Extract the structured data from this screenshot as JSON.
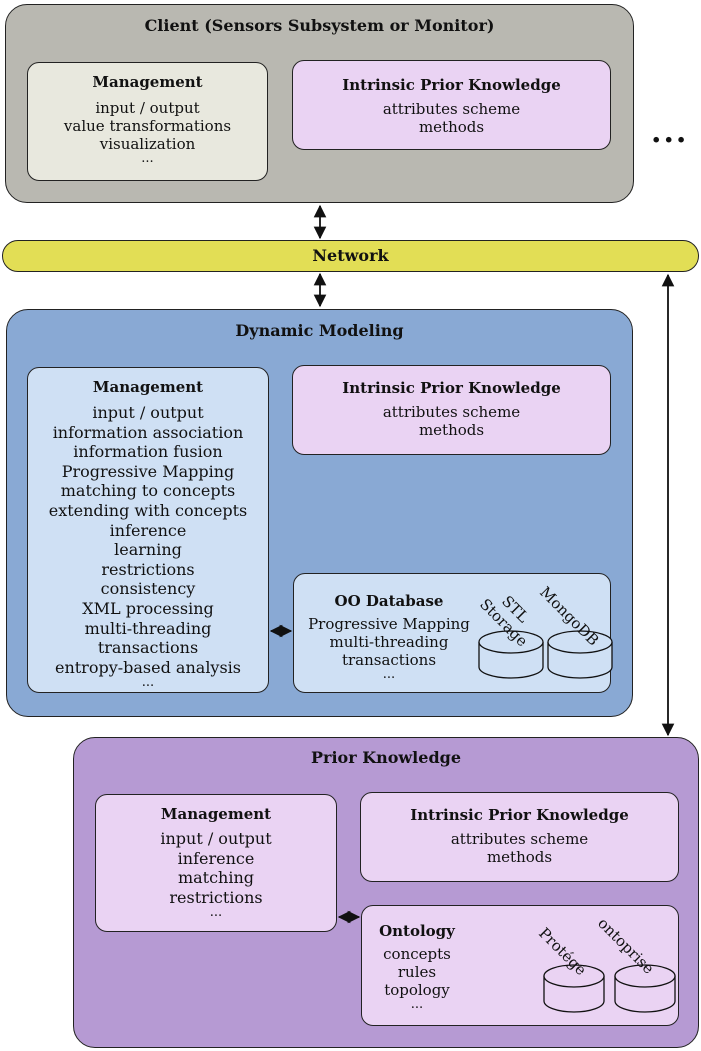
{
  "client": {
    "title": "Client (Sensors Subsystem or Monitor)",
    "colors": {
      "fill": "#b9b8b1",
      "inner_mgmt_fill": "#e8e8de",
      "knowledge_fill": "#ead3f3"
    },
    "management": {
      "title": "Management",
      "lines": [
        "input / output",
        "value transformations",
        "visualization",
        "..."
      ]
    },
    "knowledge": {
      "title": "Intrinsic Prior Knowledge",
      "lines": [
        "attributes scheme",
        "methods"
      ]
    },
    "more": "..."
  },
  "network": {
    "label": "Network",
    "color": "#e2de55"
  },
  "dynamic": {
    "title": "Dynamic Modeling",
    "colors": {
      "fill": "#89a9d4",
      "inner_fill": "#cfe0f4",
      "knowledge_fill": "#ead3f3"
    },
    "management": {
      "title": "Management",
      "lines": [
        "input / output",
        "information association",
        "information fusion",
        "Progressive Mapping",
        "matching to concepts",
        "extending with concepts",
        "inference",
        "learning",
        "restrictions",
        "consistency",
        "XML processing",
        "multi-threading",
        "transactions",
        "entropy-based analysis",
        "..."
      ]
    },
    "knowledge": {
      "title": "Intrinsic Prior Knowledge",
      "lines": [
        "attributes scheme",
        "methods"
      ]
    },
    "database": {
      "title": "OO Database",
      "lines": [
        "Progressive Mapping",
        "multi-threading",
        "transactions",
        "..."
      ],
      "stores": [
        {
          "label_line1": "STL",
          "label_line2": "Storage"
        },
        {
          "label_line1": "MongoDB",
          "label_line2": ""
        }
      ]
    }
  },
  "prior": {
    "title": "Prior Knowledge",
    "colors": {
      "fill": "#b69ad3",
      "inner_fill": "#ead3f3"
    },
    "management": {
      "title": "Management",
      "lines": [
        "input / output",
        "inference",
        "matching",
        "restrictions",
        "..."
      ]
    },
    "knowledge": {
      "title": "Intrinsic Prior Knowledge",
      "lines": [
        "attributes scheme",
        "methods"
      ]
    },
    "ontology": {
      "title": "Ontology",
      "lines": [
        "concepts",
        "rules",
        "topology",
        "..."
      ],
      "stores": [
        {
          "label": "Protégé"
        },
        {
          "label": "ontoprise"
        }
      ]
    }
  }
}
